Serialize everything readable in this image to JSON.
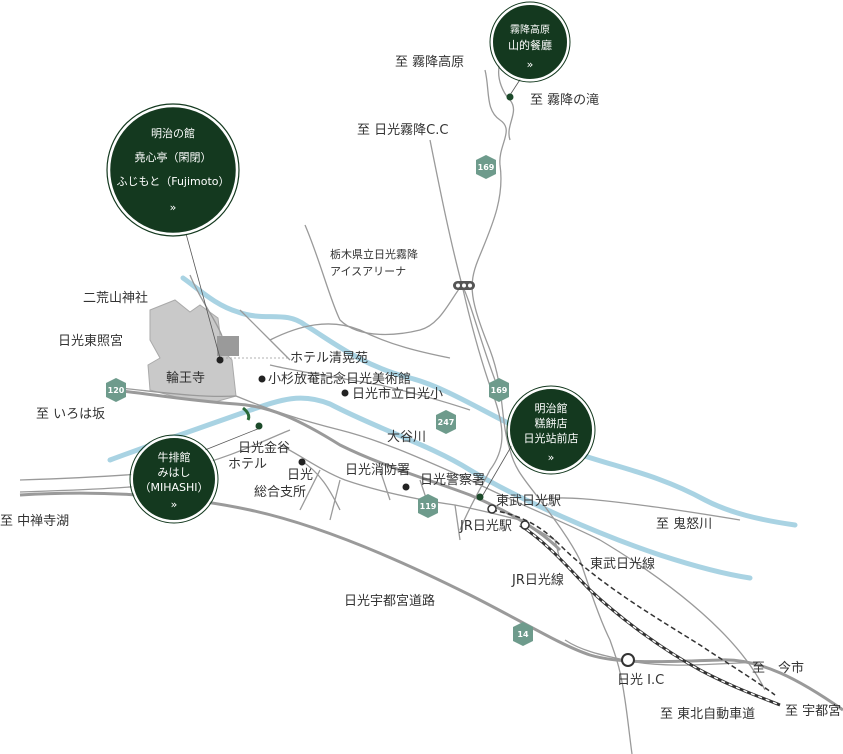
{
  "badges": {
    "kirifuri": {
      "line1": "霧降高原",
      "line2": "山的餐廳",
      "more": "»"
    },
    "meiji": {
      "line1": "明治の館",
      "line2": "堯心亭（閑閉）",
      "line3": "ふじもと（Fujimoto）",
      "more": "»"
    },
    "mihashi": {
      "line1": "牛排館",
      "line2": "みはし",
      "line3": "（MIHASHI）",
      "more": "»"
    },
    "ekimae": {
      "line1": "明治館",
      "line2": "糕餅店",
      "line3": "日光站前店",
      "more": "»"
    }
  },
  "labels": {
    "to_kirifuri_kogen": "至 霧降高原",
    "kirifuri_falls": "至 霧降の滝",
    "to_kirifuri_cc": "至 日光霧降C.C",
    "ice_arena_1": "栃木県立日光霧降",
    "ice_arena_2": "アイスアリーナ",
    "futarasan": "二荒山神社",
    "toshogu": "日光東照宮",
    "hotel_seikoen": "ホテル清晃苑",
    "rinnoji": "輪王寺",
    "kosugi": "小杉放菴記念日光美術館",
    "elementary": "日光市立日光小",
    "to_irohazaka": "至 いろは坂",
    "kanaya_1": "日光金谷",
    "kanaya_2": "ホテル",
    "oya_river": "大谷川",
    "branch_1": "日光",
    "branch_2": "総合支所",
    "fire_station": "日光消防署",
    "police": "日光警察署",
    "tobu_station": "東武日光駅",
    "jr_station": "JR日光駅",
    "to_chuzenji": "至 中禅寺湖",
    "to_kinugawa": "至 鬼怒川",
    "tobu_line": "東武日光線",
    "jr_line": "JR日光線",
    "utsunomiya_road": "日光宇都宮道路",
    "nikko_ic": "日光 I.C",
    "to_imaichi": "至　今市",
    "to_tohoku_exp": "至 東北自動車道",
    "to_utsunomiya": "至 宇都宮"
  },
  "routes": {
    "r169a": "169",
    "r169b": "169",
    "r120": "120",
    "r247": "247",
    "r119": "119",
    "r14": "14"
  },
  "colors": {
    "badge": "#14391f",
    "river": "#a9d3e3",
    "road": "#9a9a9a",
    "shield": "#6e9b8c",
    "temple_area": "#c9c9c9"
  }
}
